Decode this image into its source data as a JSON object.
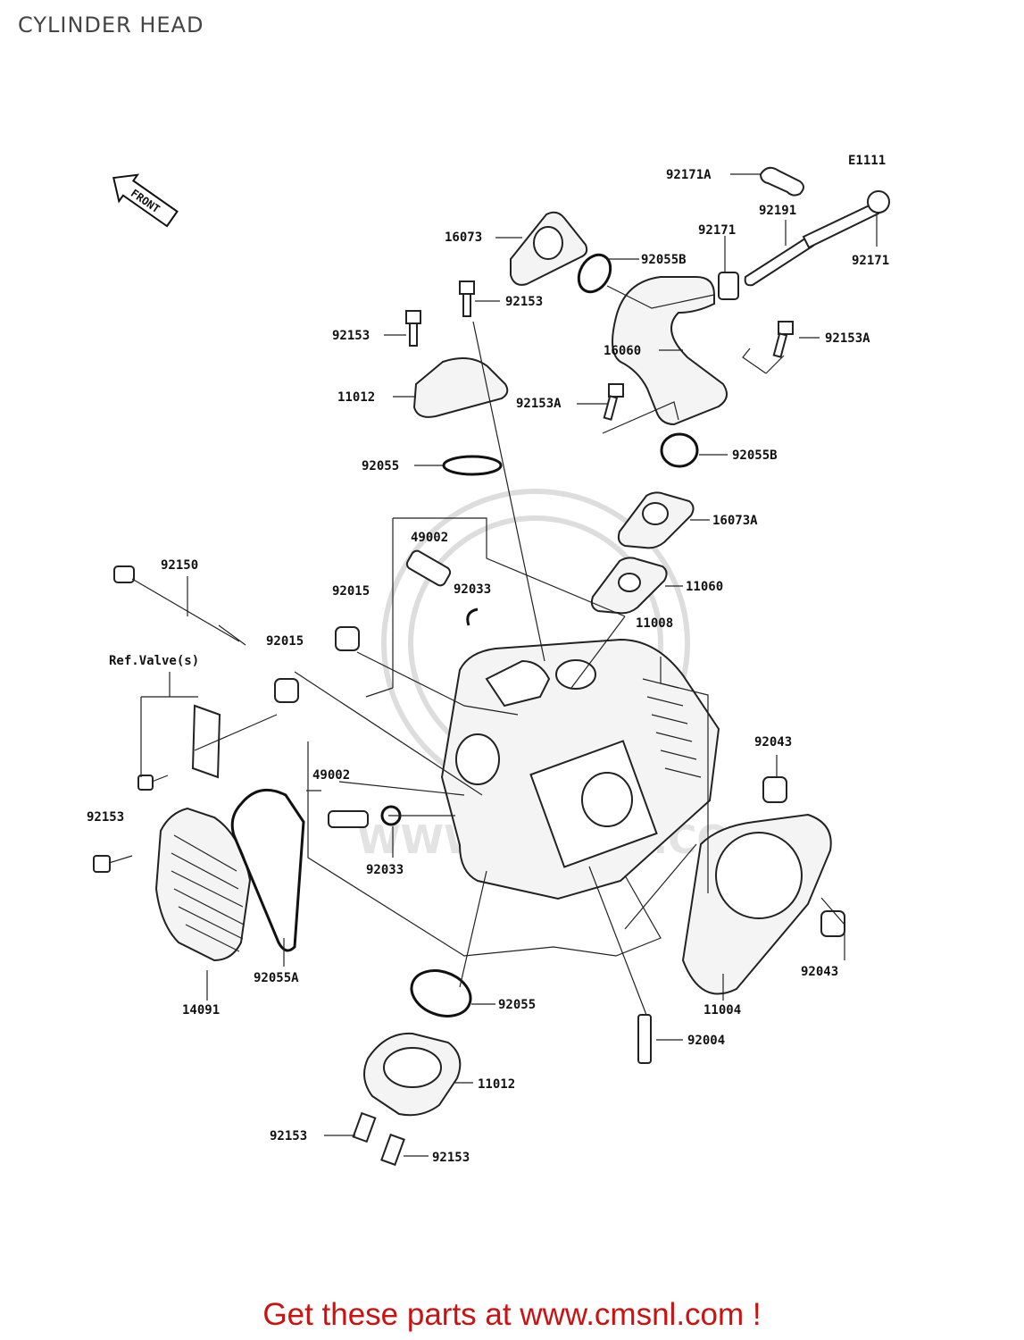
{
  "title": "CYLINDER HEAD",
  "diagram_code": "E1111",
  "front_label": "FRONT",
  "ref_note": "Ref.Valve(s)",
  "watermark": "WWW.CMSNL.COM",
  "footer": "Get these parts at www.cmsnl.com !",
  "parts": [
    {
      "id": "p-92171A",
      "number": "92171A"
    },
    {
      "id": "p-92191",
      "number": "92191"
    },
    {
      "id": "p-92171-a",
      "number": "92171"
    },
    {
      "id": "p-92171-b",
      "number": "92171"
    },
    {
      "id": "p-16073",
      "number": "16073"
    },
    {
      "id": "p-92055B-a",
      "number": "92055B"
    },
    {
      "id": "p-92153-a",
      "number": "92153"
    },
    {
      "id": "p-92153-b",
      "number": "92153"
    },
    {
      "id": "p-16060",
      "number": "16060"
    },
    {
      "id": "p-92153A-a",
      "number": "92153A"
    },
    {
      "id": "p-11012-a",
      "number": "11012"
    },
    {
      "id": "p-92153A-b",
      "number": "92153A"
    },
    {
      "id": "p-92055-a",
      "number": "92055"
    },
    {
      "id": "p-92055B-b",
      "number": "92055B"
    },
    {
      "id": "p-16073A",
      "number": "16073A"
    },
    {
      "id": "p-49002-a",
      "number": "49002"
    },
    {
      "id": "p-92150",
      "number": "92150"
    },
    {
      "id": "p-92015-a",
      "number": "92015"
    },
    {
      "id": "p-92033-a",
      "number": "92033"
    },
    {
      "id": "p-11060",
      "number": "11060"
    },
    {
      "id": "p-11008",
      "number": "11008"
    },
    {
      "id": "p-92015-b",
      "number": "92015"
    },
    {
      "id": "p-92043-a",
      "number": "92043"
    },
    {
      "id": "p-49002-b",
      "number": "49002"
    },
    {
      "id": "p-92153-c",
      "number": "92153"
    },
    {
      "id": "p-92033-b",
      "number": "92033"
    },
    {
      "id": "p-92043-b",
      "number": "92043"
    },
    {
      "id": "p-92055A",
      "number": "92055A"
    },
    {
      "id": "p-14091",
      "number": "14091"
    },
    {
      "id": "p-11004",
      "number": "11004"
    },
    {
      "id": "p-92055-b",
      "number": "92055"
    },
    {
      "id": "p-92004",
      "number": "92004"
    },
    {
      "id": "p-11012-b",
      "number": "11012"
    },
    {
      "id": "p-92153-d",
      "number": "92153"
    },
    {
      "id": "p-92153-e",
      "number": "92153"
    }
  ]
}
